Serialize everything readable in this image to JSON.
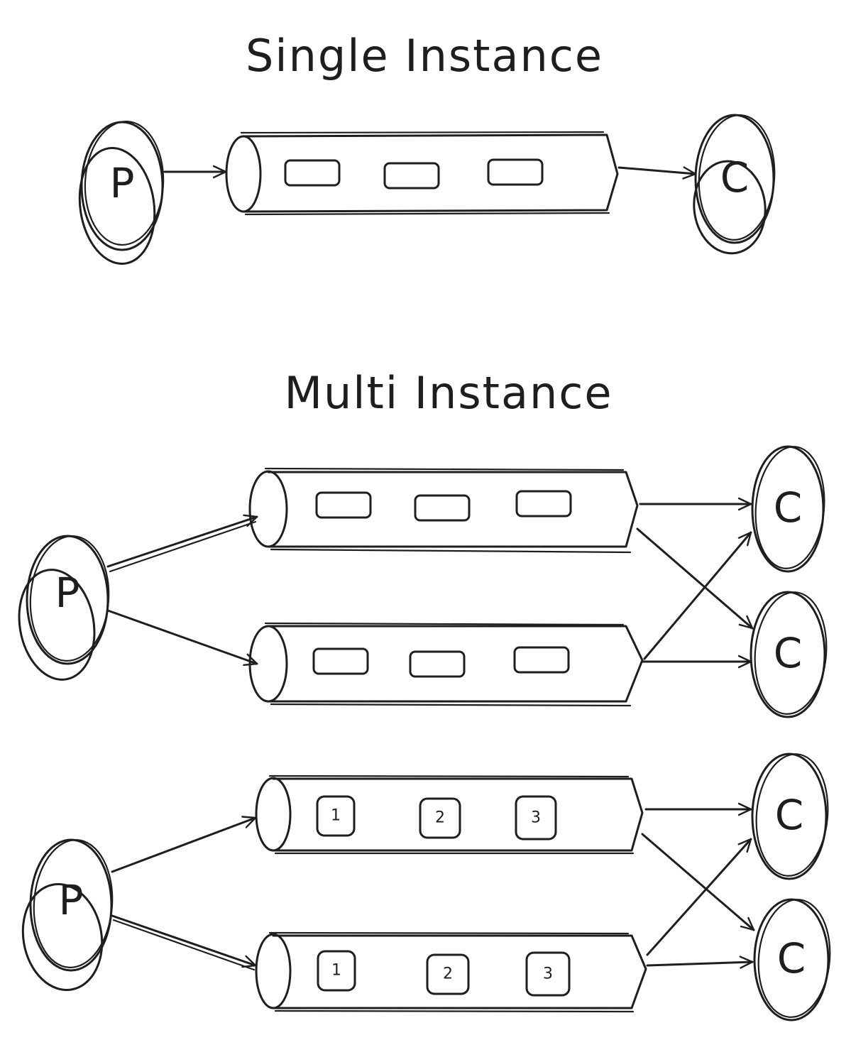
{
  "titles": {
    "single": "Single Instance",
    "multi": "Multi Instance"
  },
  "labels": {
    "producer": "P",
    "consumer": "C"
  },
  "numbered_messages": [
    "1",
    "2",
    "3"
  ],
  "colors": {
    "ink": "#1e1e1e",
    "background": "#ffffff"
  }
}
